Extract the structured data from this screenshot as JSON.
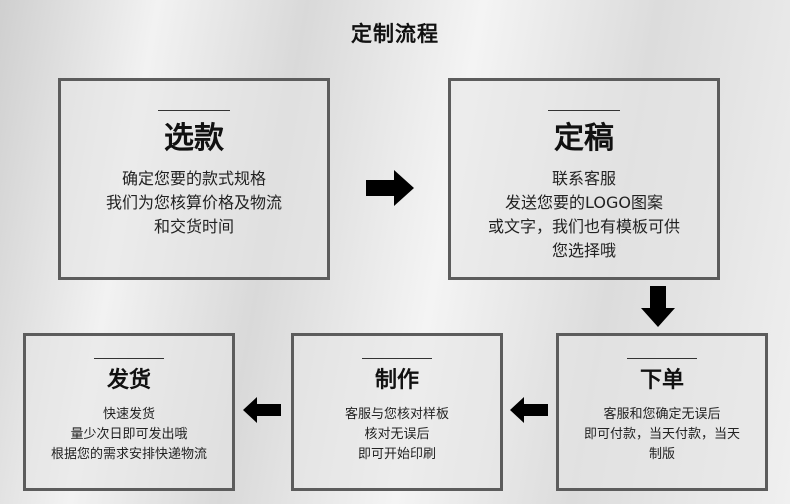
{
  "title": "定制流程",
  "steps": {
    "select": {
      "title": "选款",
      "lines": [
        "确定您要的款式规格",
        "我们为您核算价格及物流",
        "和交货时间"
      ]
    },
    "design": {
      "title": "定稿",
      "lines": [
        "联系客服",
        "发送您要的LOGO图案",
        "或文字，我们也有模板可供",
        "您选择哦"
      ]
    },
    "order": {
      "title": "下单",
      "lines": [
        "客服和您确定无误后",
        "即可付款，当天付款，当天",
        "制版"
      ]
    },
    "produce": {
      "title": "制作",
      "lines": [
        "客服与您核对样板",
        "核对无误后",
        "即可开始印刷"
      ]
    },
    "ship": {
      "title": "发货",
      "lines": [
        "快速发货",
        "量少次日即可发出哦",
        "根据您的需求安排快递物流"
      ]
    }
  },
  "colors": {
    "border": "#5c5c5c",
    "arrow": "#000000",
    "text": "#111111"
  },
  "icons": [
    "arrow-right-icon",
    "arrow-down-icon",
    "arrow-left-icon"
  ]
}
